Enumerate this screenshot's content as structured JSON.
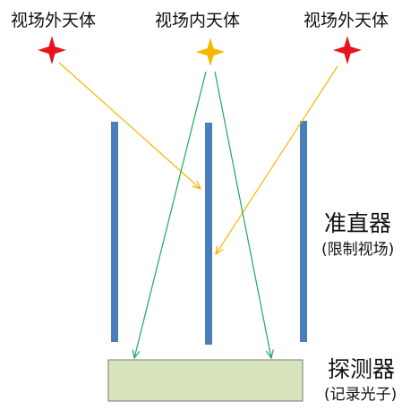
{
  "sources": {
    "left": {
      "label": "视场外天体",
      "color": "#e8141c"
    },
    "center": {
      "label": "视场内天体",
      "color": "#f5b700"
    },
    "right": {
      "label": "视场外天体",
      "color": "#e8141c"
    }
  },
  "collimator": {
    "title": "准直器",
    "subtitle": "(限制视场)",
    "bar_color": "#4a7ebb"
  },
  "detector": {
    "title": "探测器",
    "subtitle": "(记录光子)",
    "fill_color": "#d7e4bd",
    "border_color": "#777777"
  },
  "rays": {
    "outside_color": "#f5b700",
    "inside_color": "#1faa5a"
  }
}
